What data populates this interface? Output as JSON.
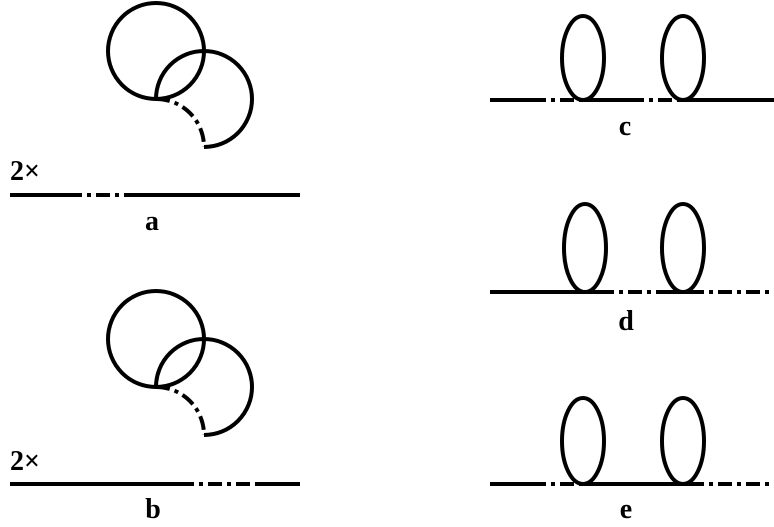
{
  "diagram": {
    "panels": {
      "a": {
        "label": "a",
        "multiplier": "2×"
      },
      "b": {
        "label": "b",
        "multiplier": "2×"
      },
      "c": {
        "label": "c"
      },
      "d": {
        "label": "d"
      },
      "e": {
        "label": "e"
      }
    }
  },
  "colors": {
    "line": "#000000",
    "background": "#ffffff"
  }
}
